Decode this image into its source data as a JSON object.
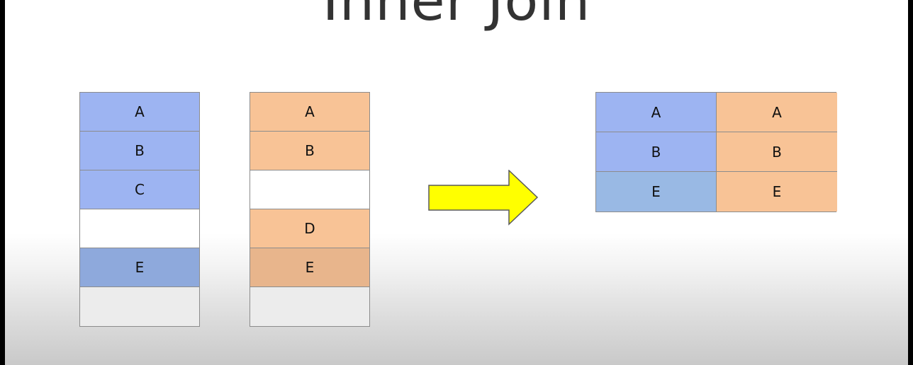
{
  "title": "Inner Join",
  "left_table": {
    "cells": [
      "A",
      "B",
      "C",
      "",
      "E",
      ""
    ]
  },
  "right_table": {
    "cells": [
      "A",
      "B",
      "",
      "D",
      "E",
      ""
    ]
  },
  "result_table": {
    "rows": [
      {
        "left": "A",
        "right": "A"
      },
      {
        "left": "B",
        "right": "B"
      },
      {
        "left": "E",
        "right": "E"
      }
    ]
  },
  "colors": {
    "left_fill": "#9db4f2",
    "right_fill": "#f8c396",
    "arrow_fill": "#ffff00"
  }
}
